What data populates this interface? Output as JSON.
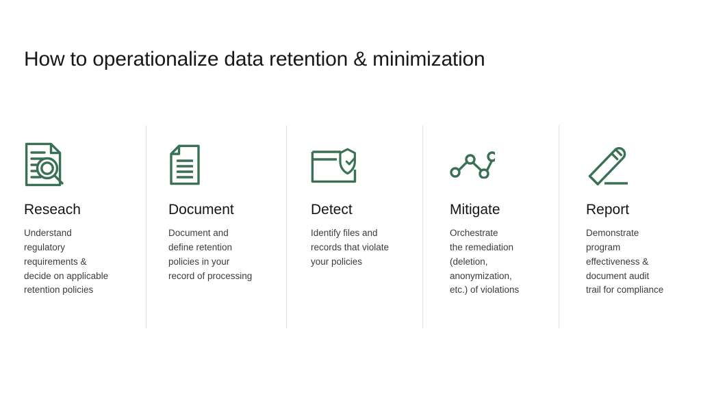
{
  "slide": {
    "title": "How to operationalize data retention & minimization",
    "background_color": "#ffffff",
    "accent_color": "#3a7055",
    "title_color": "#181818",
    "body_color": "#3b3b3b",
    "divider_color": "#e2e2e2"
  },
  "steps": [
    {
      "icon": "document-magnifier-icon",
      "title": "Reseach",
      "description": "Understand\nregulatory\nrequirements &\ndecide on applicable\nretention policies"
    },
    {
      "icon": "document-lines-icon",
      "title": "Document",
      "description": "Document and\ndefine retention\npolicies in your\nrecord of processing"
    },
    {
      "icon": "folder-shield-check-icon",
      "title": "Detect",
      "description": "Identify files and\nrecords that violate\nyour policies"
    },
    {
      "icon": "node-graph-icon",
      "title": "Mitigate",
      "description": "Orchestrate\nthe remediation\n(deletion,\nanonymization,\n etc.) of violations"
    },
    {
      "icon": "pencil-underline-icon",
      "title": "Report",
      "description": "Demonstrate\nprogram\neffectiveness &\ndocument audit\ntrail for compliance"
    }
  ]
}
